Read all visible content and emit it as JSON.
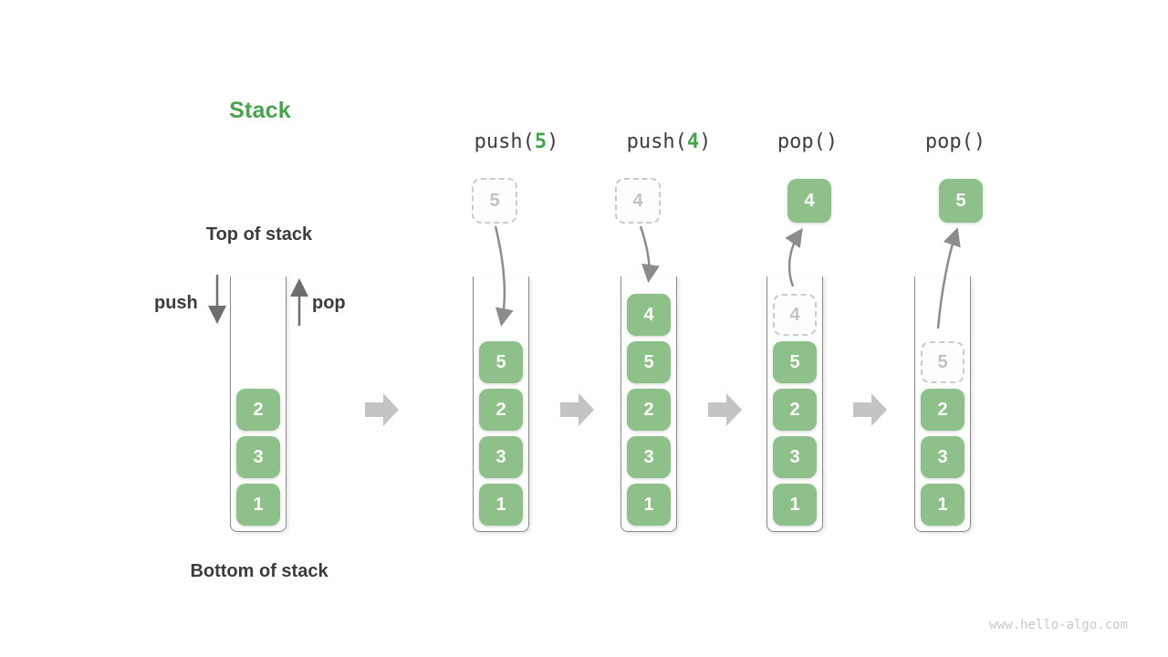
{
  "title": "Stack",
  "annotations": {
    "top": "Top of stack",
    "bottom": "Bottom of stack",
    "push": "push",
    "pop": "pop"
  },
  "ops": [
    {
      "text": "push(",
      "num": "5",
      "close": ")"
    },
    {
      "text": "push(",
      "num": "4",
      "close": ")"
    },
    {
      "text": "pop()"
    },
    {
      "text": "pop()"
    }
  ],
  "floating": [
    {
      "v": "5",
      "style": "dashed"
    },
    {
      "v": "4",
      "style": "dashed"
    },
    {
      "v": "4",
      "style": "solid"
    },
    {
      "v": "5",
      "style": "solid"
    }
  ],
  "stacks": [
    {
      "cells": [
        {
          "v": "2"
        },
        {
          "v": "3"
        },
        {
          "v": "1"
        }
      ]
    },
    {
      "cells": [
        {
          "v": "5"
        },
        {
          "v": "2"
        },
        {
          "v": "3"
        },
        {
          "v": "1"
        }
      ]
    },
    {
      "cells": [
        {
          "v": "4"
        },
        {
          "v": "5"
        },
        {
          "v": "2"
        },
        {
          "v": "3"
        },
        {
          "v": "1"
        }
      ]
    },
    {
      "cells": [
        {
          "v": "4",
          "ghost": true
        },
        {
          "v": "5"
        },
        {
          "v": "2"
        },
        {
          "v": "3"
        },
        {
          "v": "1"
        }
      ]
    },
    {
      "cells": [
        {
          "v": "5",
          "ghost": true
        },
        {
          "v": "2"
        },
        {
          "v": "3"
        },
        {
          "v": "1"
        }
      ]
    }
  ],
  "watermark": "www.hello-algo.com",
  "colors": {
    "title_green": "#4AA251",
    "arg_green": "#43A348",
    "box_green": "#8EC08A",
    "box_text": "#FCFCFC",
    "ghost_text": "#C2C2C2",
    "ghost_border": "#CBCBCB",
    "text_dark": "#3C3C3C",
    "thin_arrow": "#8C8C8C",
    "push_pop_arrow": "#6E6E6E",
    "flow_arrow": "#C4C4C4",
    "container_wall": "#8A8A8A",
    "watermark": "#C9C9C9"
  }
}
